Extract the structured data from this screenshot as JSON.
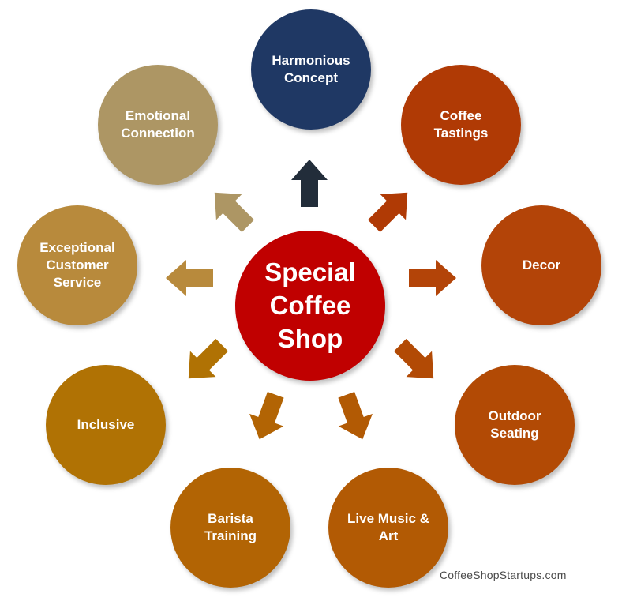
{
  "center": {
    "label": "Special\nCoffee\nShop",
    "color": "#c00000"
  },
  "nodes": [
    {
      "id": "harmonious-concept",
      "label": "Harmonious\nConcept",
      "color": "#1f3864"
    },
    {
      "id": "coffee-tastings",
      "label": "Coffee\nTastings",
      "color": "#b03a05"
    },
    {
      "id": "decor",
      "label": "Decor",
      "color": "#b34408"
    },
    {
      "id": "outdoor-seating",
      "label": "Outdoor\nSeating",
      "color": "#b24a05"
    },
    {
      "id": "live-music-art",
      "label": "Live Music &\nArt",
      "color": "#b25a04"
    },
    {
      "id": "barista-training",
      "label": "Barista\nTraining",
      "color": "#b26404"
    },
    {
      "id": "inclusive",
      "label": "Inclusive",
      "color": "#b07204"
    },
    {
      "id": "exceptional-customer-service",
      "label": "Exceptional\nCustomer\nService",
      "color": "#b88a3c"
    },
    {
      "id": "emotional-connection",
      "label": "Emotional\nConnection",
      "color": "#ad9664"
    }
  ],
  "arrow_colors": [
    "#222d3a",
    "#b03a05",
    "#b34408",
    "#b24a05",
    "#b25a04",
    "#b26404",
    "#b07204",
    "#b88a3c",
    "#ad9664"
  ],
  "credit": "CoffeeShopStartups.com"
}
